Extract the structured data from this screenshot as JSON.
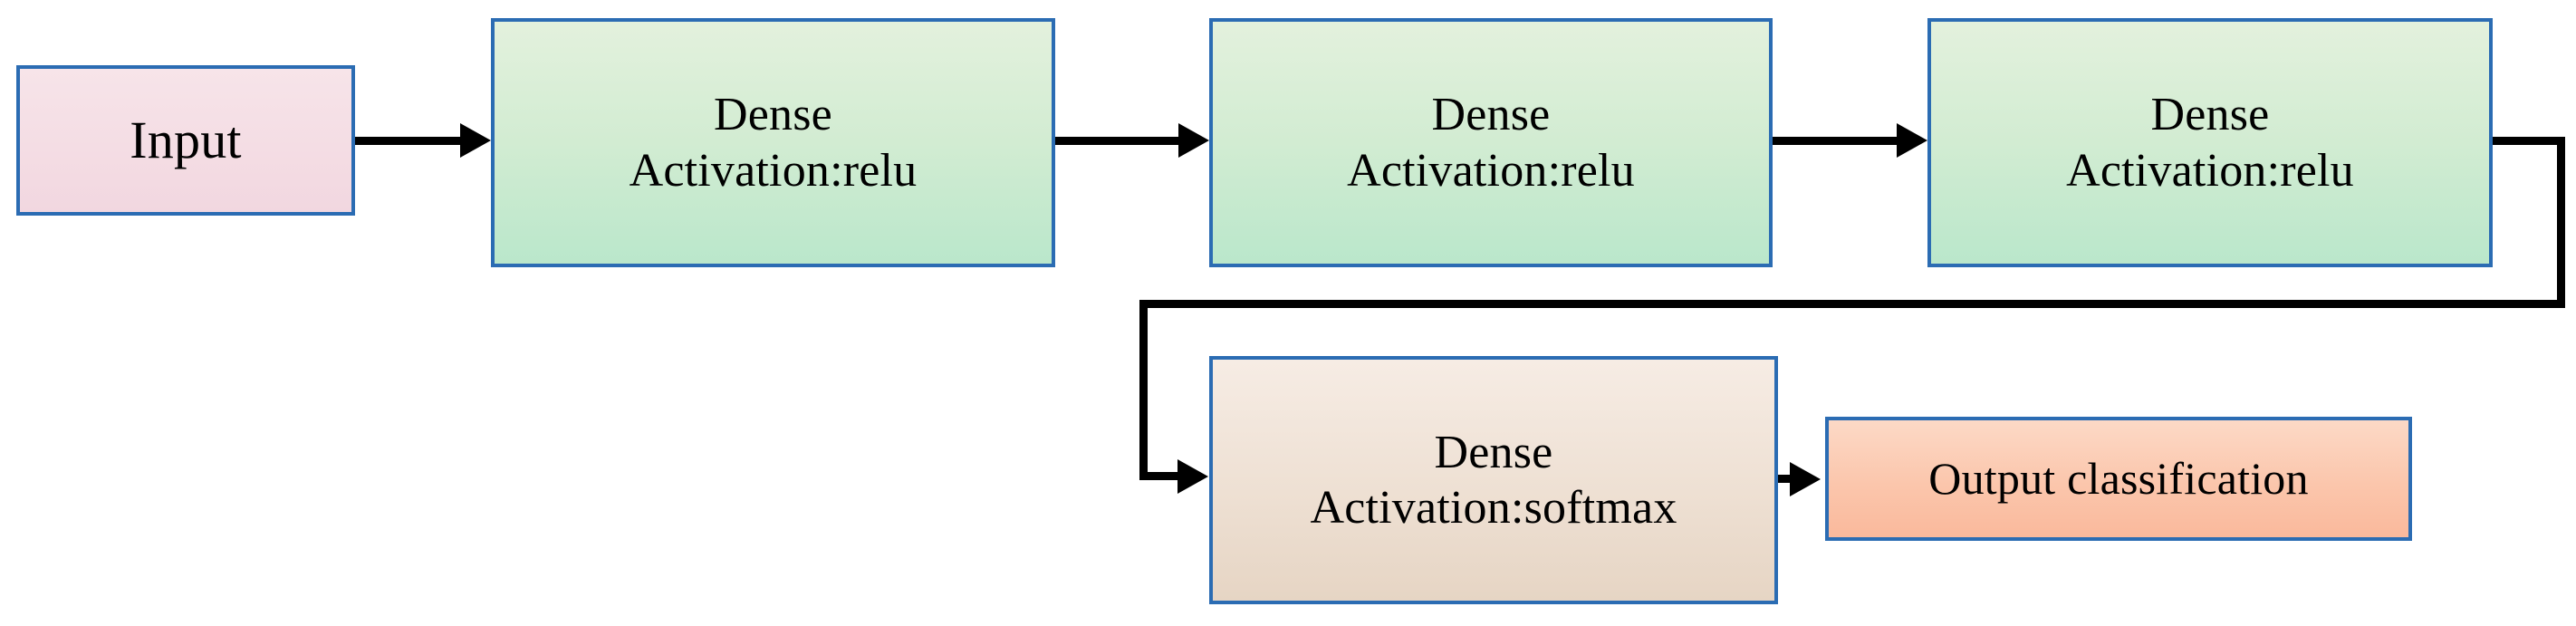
{
  "diagram": {
    "title": "Neural network architecture flow diagram",
    "background_color": "#ffffff",
    "border_color": "#2b6cb3",
    "edge_color": "#000000",
    "nodes": [
      {
        "id": "input",
        "label": "Input",
        "lines": [
          "Input"
        ],
        "fill_from": "#f7e4e9",
        "fill_to": "#f2d7e0"
      },
      {
        "id": "dense_1",
        "lines": [
          "Dense",
          "Activation:relu"
        ],
        "fill_from": "#e3f1dd",
        "fill_to": "#bae7cb"
      },
      {
        "id": "dense_2",
        "lines": [
          "Dense",
          "Activation:relu"
        ],
        "fill_from": "#e3f1dd",
        "fill_to": "#bae7cb"
      },
      {
        "id": "dense_3",
        "lines": [
          "Dense",
          "Activation:relu"
        ],
        "fill_from": "#e3f1dd",
        "fill_to": "#bae7cb"
      },
      {
        "id": "dense_softmax",
        "lines": [
          "Dense",
          "Activation:softmax"
        ],
        "fill_from": "#f6ece4",
        "fill_to": "#e6d5c4"
      },
      {
        "id": "output",
        "lines": [
          "Output classification"
        ],
        "fill_from": "#fcd9c6",
        "fill_to": "#fab99c"
      }
    ],
    "edges": [
      {
        "id": "input_to_dense_1",
        "from": "input",
        "to": "dense_1",
        "style": "straight-arrow"
      },
      {
        "id": "dense_1_to_dense_2",
        "from": "dense_1",
        "to": "dense_2",
        "style": "straight-arrow"
      },
      {
        "id": "dense_2_to_dense_3",
        "from": "dense_2",
        "to": "dense_3",
        "style": "straight-arrow"
      },
      {
        "id": "dense_3_to_softmax",
        "from": "dense_3",
        "to": "dense_softmax",
        "style": "orthogonal-routed-arrow"
      },
      {
        "id": "softmax_to_output",
        "from": "dense_softmax",
        "to": "output",
        "style": "straight-arrow"
      }
    ]
  }
}
